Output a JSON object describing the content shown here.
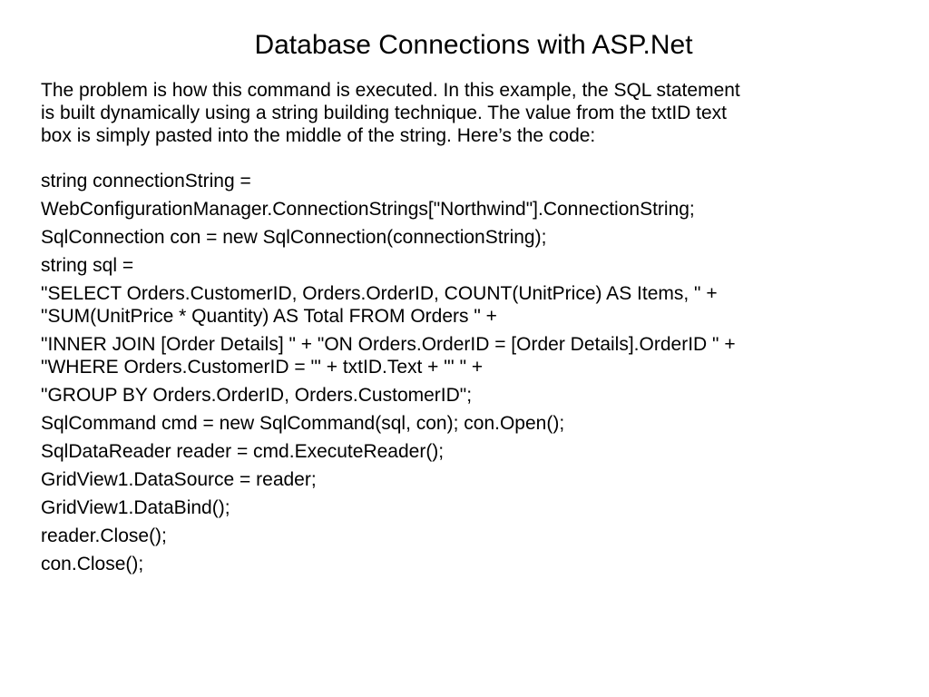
{
  "slide": {
    "title": "Database Connections with ASP.Net",
    "intro_line1": "The problem is how this command is executed. In this example, the SQL statement",
    "intro_line2": "is built dynamically using a string building technique. The value from the txtID text",
    "intro_line3": "box is simply pasted into the middle of the string. Here’s the code:",
    "code_lines": [
      [
        "string connectionString ="
      ],
      [
        "WebConfigurationManager.ConnectionStrings[\"Northwind\"].ConnectionString;"
      ],
      [
        "SqlConnection con = new SqlConnection(connectionString);"
      ],
      [
        "string sql ="
      ],
      [
        "\"SELECT Orders.CustomerID, Orders.OrderID, COUNT(UnitPrice) AS Items, \" +",
        "\"SUM(UnitPrice * Quantity) AS Total FROM Orders \" +"
      ],
      [
        "\"INNER JOIN [Order Details] \" + \"ON Orders.OrderID = [Order Details].OrderID \" +",
        "\"WHERE Orders.CustomerID = '\" + txtID.Text + \"' \" +"
      ],
      [
        "\"GROUP BY Orders.OrderID, Orders.CustomerID\";"
      ],
      [
        "SqlCommand cmd = new SqlCommand(sql, con); con.Open();"
      ],
      [
        "SqlDataReader reader = cmd.ExecuteReader();"
      ],
      [
        "GridView1.DataSource = reader;"
      ],
      [
        "GridView1.DataBind();"
      ],
      [
        "reader.Close();"
      ],
      [
        "con.Close();"
      ]
    ]
  }
}
